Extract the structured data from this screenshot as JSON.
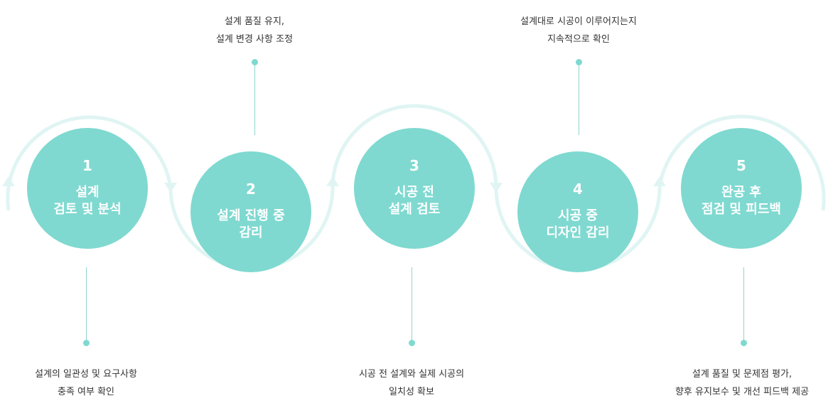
{
  "colors": {
    "circle": "#7fd9d0",
    "arc": "#e0f5f3",
    "connector": "#8fd4cd",
    "text": "#333333"
  },
  "steps": [
    {
      "number": "1",
      "title": "설계\n검토 및 분석"
    },
    {
      "number": "2",
      "title": "설계 진행 중\n감리"
    },
    {
      "number": "3",
      "title": "시공 전\n설계 검토"
    },
    {
      "number": "4",
      "title": "시공 중\n디자인 감리"
    },
    {
      "number": "5",
      "title": "완공 후\n점검 및 피드백"
    }
  ],
  "notes": [
    {
      "step": 1,
      "text": "설계의 일관성 및 요구사항\n충족 여부 확인"
    },
    {
      "step": 2,
      "text": "설계 품질 유지,\n설계 변경 사항 조정"
    },
    {
      "step": 3,
      "text": "시공 전 설계와 실제 시공의\n일치성 확보"
    },
    {
      "step": 4,
      "text": "설계대로 시공이 이루어지는지\n지속적으로 확인"
    },
    {
      "step": 5,
      "text": "설계 품질 및 문제점 평가,\n향후 유지보수 및 개선 피드백 제공"
    }
  ]
}
